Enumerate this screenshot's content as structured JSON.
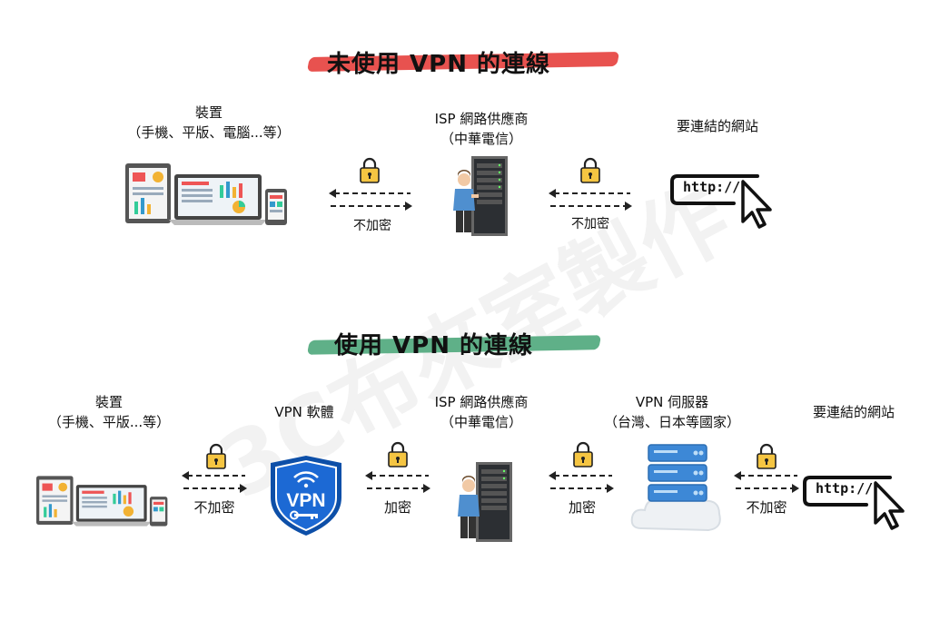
{
  "watermark": "3C布來室製作",
  "top": {
    "title": "未使用  VPN  的連線",
    "accent": "#e8524f",
    "device_label": [
      "裝置",
      "（手機、平版、電腦...等）"
    ],
    "isp_label": [
      "ISP  網路供應商",
      "（中華電信）"
    ],
    "site_label": "要連結的網站",
    "link1_text": "不加密",
    "link2_text": "不加密",
    "url_text": "http://"
  },
  "bottom": {
    "title": "使用  VPN  的連線",
    "accent": "#5fb088",
    "device_label": [
      "裝置",
      "（手機、平版...等）"
    ],
    "vpn_label": "VPN  軟體",
    "vpn_badge": "VPN",
    "isp_label": [
      "ISP  網路供應商",
      "（中華電信）"
    ],
    "server_label": [
      "VPN  伺服器",
      "（台灣、日本等國家）"
    ],
    "site_label": "要連結的網站",
    "link1_text": "不加密",
    "link2_text": "加密",
    "link3_text": "加密",
    "link4_text": "不加密",
    "url_text": "http://"
  }
}
